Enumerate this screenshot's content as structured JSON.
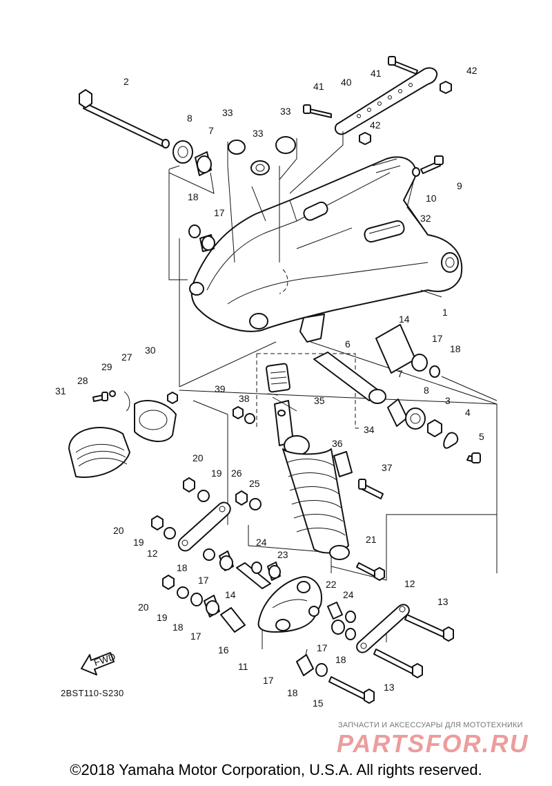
{
  "diagram": {
    "code": "2BST110-S230",
    "fwd_label": "FWD",
    "callouts": [
      "1",
      "2",
      "3",
      "4",
      "5",
      "6",
      "7",
      "8",
      "9",
      "10",
      "11",
      "12",
      "13",
      "14",
      "15",
      "16",
      "17",
      "18",
      "19",
      "20",
      "21",
      "22",
      "23",
      "24",
      "25",
      "26",
      "27",
      "28",
      "29",
      "30",
      "31",
      "32",
      "33",
      "34",
      "35",
      "36",
      "37",
      "38",
      "39",
      "40",
      "41",
      "42"
    ]
  },
  "watermark": {
    "tagline": "ЗАПЧАСТИ И АКСЕССУАРЫ ДЛЯ МОТОТЕХНИКИ",
    "brand": "PARTSFOR.RU",
    "color": "#e04c4c"
  },
  "footer": {
    "copyright": "©2018 Yamaha Motor Corporation, U.S.A. All rights reserved."
  }
}
